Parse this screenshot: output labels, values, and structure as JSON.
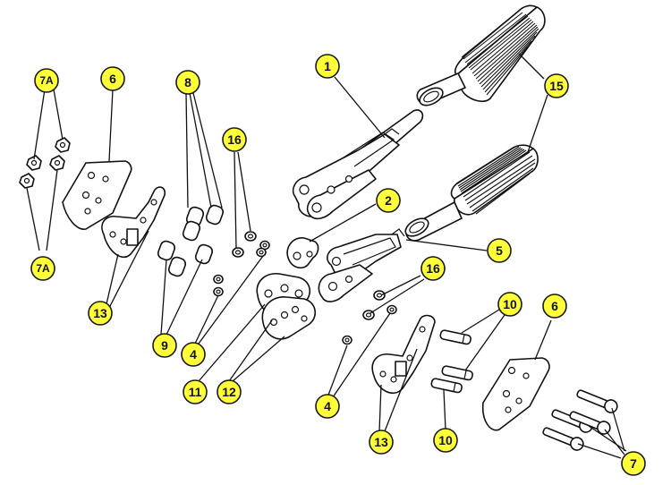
{
  "colors": {
    "callout_fill": "#ffff3a",
    "line": "#111111",
    "background": "#ffffff"
  },
  "callouts": [
    {
      "id": "c7a-top",
      "label": "7A"
    },
    {
      "id": "c7a-bottom",
      "label": "7A"
    },
    {
      "id": "c6-left",
      "label": "6"
    },
    {
      "id": "c8",
      "label": "8"
    },
    {
      "id": "c16-left",
      "label": "16"
    },
    {
      "id": "c1",
      "label": "1"
    },
    {
      "id": "c15",
      "label": "15"
    },
    {
      "id": "c2",
      "label": "2"
    },
    {
      "id": "c5",
      "label": "5"
    },
    {
      "id": "c16-right",
      "label": "16"
    },
    {
      "id": "c13-left",
      "label": "13"
    },
    {
      "id": "c9",
      "label": "9"
    },
    {
      "id": "c4-left",
      "label": "4"
    },
    {
      "id": "c11",
      "label": "11"
    },
    {
      "id": "c12",
      "label": "12"
    },
    {
      "id": "c10-top",
      "label": "10"
    },
    {
      "id": "c6-right",
      "label": "6"
    },
    {
      "id": "c4-right",
      "label": "4"
    },
    {
      "id": "c13-right",
      "label": "13"
    },
    {
      "id": "c10-bottom",
      "label": "10"
    },
    {
      "id": "c7",
      "label": "7"
    }
  ]
}
